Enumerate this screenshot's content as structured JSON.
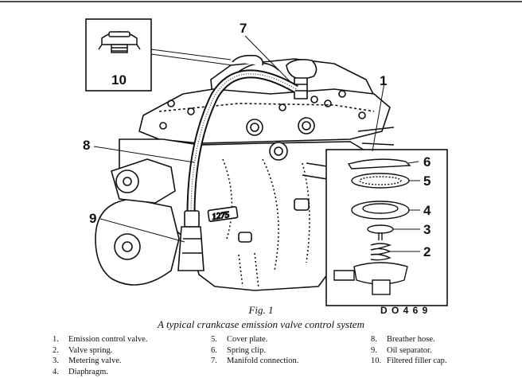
{
  "figure": {
    "callouts": [
      "1",
      "2",
      "3",
      "4",
      "5",
      "6",
      "7",
      "8",
      "9",
      "10"
    ],
    "drawing_code": "D O 4 6 9",
    "block_marking": "1275",
    "fig_label": "Fig. 1",
    "caption": "A typical crankcase emission valve control system"
  },
  "legend": {
    "column1": [
      {
        "num": "1.",
        "text": "Emission control valve."
      },
      {
        "num": "2.",
        "text": "Valve spring."
      },
      {
        "num": "3.",
        "text": "Metering valve."
      },
      {
        "num": "4.",
        "text": "Diaphragm."
      }
    ],
    "column2": [
      {
        "num": "5.",
        "text": "Cover plate."
      },
      {
        "num": "6.",
        "text": "Spring clip."
      },
      {
        "num": "7.",
        "text": "Manifold connection."
      }
    ],
    "column3": [
      {
        "num": "8.",
        "text": "Breather hose."
      },
      {
        "num": "9.",
        "text": "Oil separator."
      },
      {
        "num": "10.",
        "text": "Filtered filler cap."
      }
    ]
  }
}
